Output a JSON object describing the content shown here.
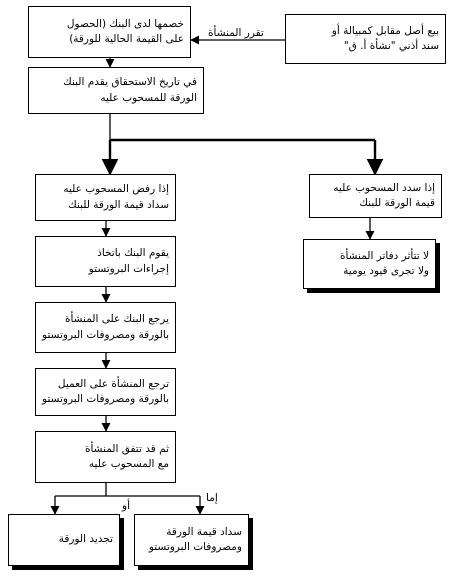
{
  "nodes": {
    "sale": [
      "بيع أصل مقابل كمبيالة أو",
      "سند أذني \"نشأة أ. ق\""
    ],
    "discount": [
      "خصمها لدى البنك (الحصول",
      "على القيمة الحالية للورقة)"
    ],
    "maturity": [
      "في تاريخ الاستحقاق يقدم البنك",
      "الورقة للمسحوب عليه"
    ],
    "paid": [
      "إذا سدد المسحوب عليه",
      "قيمة الورقة للبنك"
    ],
    "no_entry": [
      "لا تتأثر دفاتر المنشأة",
      "ولا تجرى قيود يومية"
    ],
    "refused": [
      "إذا رفض المسحوب عليه",
      "سداد قيمة الورقة للبنك"
    ],
    "protest": [
      "يقوم البنك باتخاذ",
      "إجراءات البروتستو"
    ],
    "bank_back": [
      "يرجع البنك على المنشأة",
      "بالورقة ومصروفات البروتستو"
    ],
    "firm_back": [
      "ترجع المنشأة على العميل",
      "بالورقة ومصروفات البروتستو"
    ],
    "agree": [
      "ثم قد تتفق المنشأة",
      "مع المسحوب عليه"
    ],
    "renew": [
      "تجديد الورقة"
    ],
    "settle": [
      "سداد قيمة الورقة",
      "ومصروفات البروتستو"
    ]
  },
  "edge_labels": {
    "decides": "تقرر المنشأة",
    "or": "أو",
    "either": "إما"
  }
}
